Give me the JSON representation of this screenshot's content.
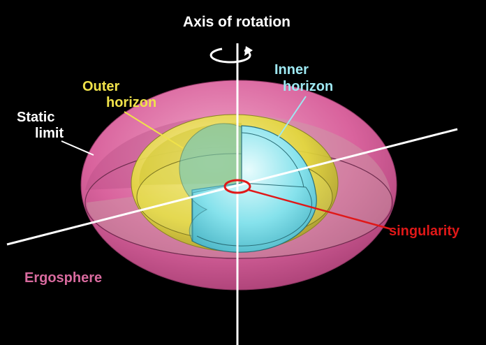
{
  "labels": {
    "axis_title": "Axis of rotation",
    "inner_horizon_line1": "Inner",
    "inner_horizon_line2": "horizon",
    "outer_horizon_line1": "Outer",
    "outer_horizon_line2": "horizon",
    "static_limit_line1": "Static",
    "static_limit_line2": "limit",
    "singularity": "singularity",
    "ergosphere": "Ergosphere"
  },
  "colors": {
    "background": "#000000",
    "ergosphere": "#d65c98",
    "outer_horizon": "#e6e03c",
    "inner_horizon": "#8fe8ef",
    "singularity": "#e01818",
    "axis": "#ffffff",
    "label_white": "#ffffff",
    "label_yellow": "#f0e24a",
    "label_cyan": "#9ee8f2",
    "label_red": "#e01818",
    "label_pink": "#d86a9e"
  }
}
